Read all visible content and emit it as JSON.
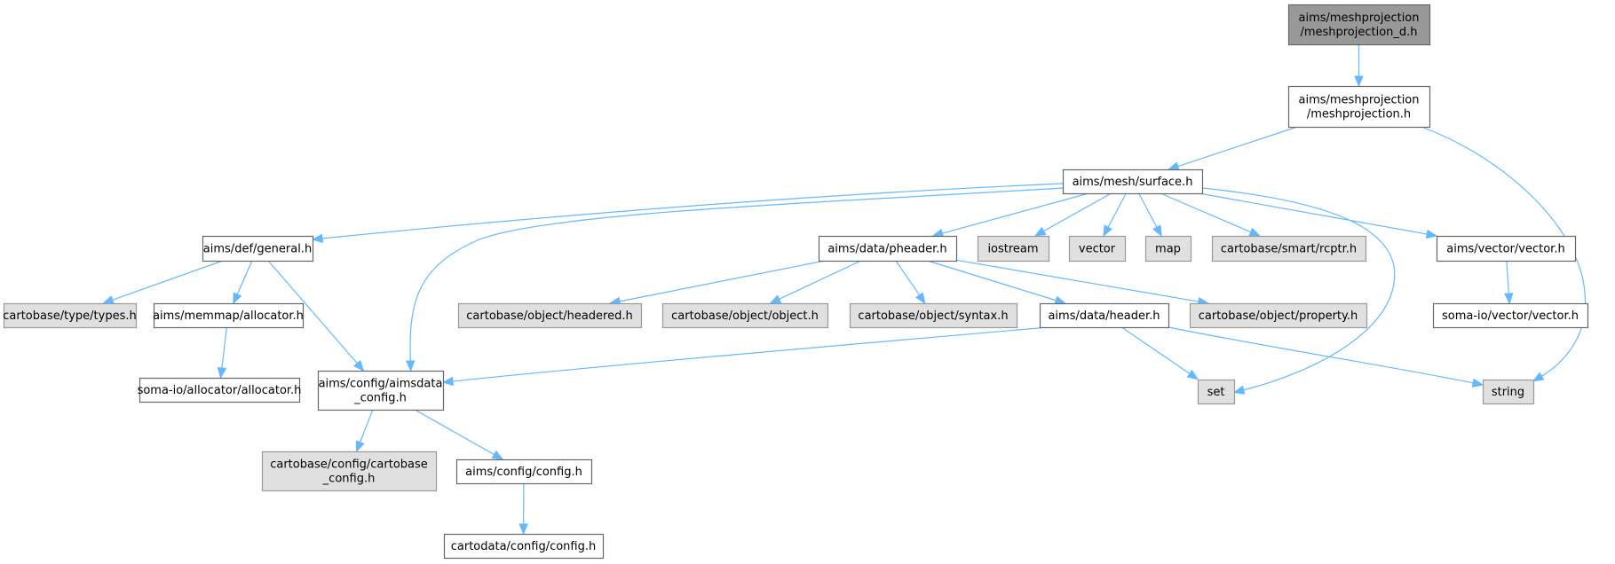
{
  "diagram": {
    "type": "include-dependency-graph",
    "colors": {
      "edge": "#63b8ff",
      "root_fill": "#999999",
      "root_border": "#666666",
      "documented_fill": "#ffffff",
      "documented_border": "#666666",
      "external_fill": "#e0e0e0",
      "external_border": "#999999"
    },
    "nodes": [
      {
        "id": "meshprojection_d",
        "lines": [
          "aims/meshprojection",
          "/meshprojection_d.h"
        ],
        "kind": "root"
      },
      {
        "id": "meshprojection",
        "lines": [
          "aims/meshprojection",
          "/meshprojection.h"
        ],
        "kind": "documented"
      },
      {
        "id": "surface",
        "lines": [
          "aims/mesh/surface.h"
        ],
        "kind": "documented"
      },
      {
        "id": "general",
        "lines": [
          "aims/def/general.h"
        ],
        "kind": "documented"
      },
      {
        "id": "pheader",
        "lines": [
          "aims/data/pheader.h"
        ],
        "kind": "documented"
      },
      {
        "id": "iostream",
        "lines": [
          "iostream"
        ],
        "kind": "external"
      },
      {
        "id": "vector",
        "lines": [
          "vector"
        ],
        "kind": "external"
      },
      {
        "id": "map",
        "lines": [
          "map"
        ],
        "kind": "external"
      },
      {
        "id": "rcptr",
        "lines": [
          "cartobase/smart/rcptr.h"
        ],
        "kind": "external"
      },
      {
        "id": "aimsvector",
        "lines": [
          "aims/vector/vector.h"
        ],
        "kind": "documented"
      },
      {
        "id": "types",
        "lines": [
          "cartobase/type/types.h"
        ],
        "kind": "external"
      },
      {
        "id": "allocator",
        "lines": [
          "aims/memmap/allocator.h"
        ],
        "kind": "documented"
      },
      {
        "id": "headered",
        "lines": [
          "cartobase/object/headered.h"
        ],
        "kind": "external"
      },
      {
        "id": "object",
        "lines": [
          "cartobase/object/object.h"
        ],
        "kind": "external"
      },
      {
        "id": "syntax",
        "lines": [
          "cartobase/object/syntax.h"
        ],
        "kind": "external"
      },
      {
        "id": "header",
        "lines": [
          "aims/data/header.h"
        ],
        "kind": "documented"
      },
      {
        "id": "property",
        "lines": [
          "cartobase/object/property.h"
        ],
        "kind": "external"
      },
      {
        "id": "somavector",
        "lines": [
          "soma-io/vector/vector.h"
        ],
        "kind": "documented"
      },
      {
        "id": "somaallocator",
        "lines": [
          "soma-io/allocator/allocator.h"
        ],
        "kind": "documented"
      },
      {
        "id": "aimsdata_config",
        "lines": [
          "aims/config/aimsdata",
          "_config.h"
        ],
        "kind": "documented"
      },
      {
        "id": "set",
        "lines": [
          "set"
        ],
        "kind": "external"
      },
      {
        "id": "string",
        "lines": [
          "string"
        ],
        "kind": "external"
      },
      {
        "id": "cartobase_config",
        "lines": [
          "cartobase/config/cartobase",
          "_config.h"
        ],
        "kind": "external"
      },
      {
        "id": "config",
        "lines": [
          "aims/config/config.h"
        ],
        "kind": "documented"
      },
      {
        "id": "cartodata_config",
        "lines": [
          "cartodata/config/config.h"
        ],
        "kind": "documented"
      }
    ],
    "edges": [
      {
        "from": "meshprojection_d",
        "to": "meshprojection"
      },
      {
        "from": "meshprojection",
        "to": "surface"
      },
      {
        "from": "meshprojection",
        "to": "string"
      },
      {
        "from": "surface",
        "to": "general"
      },
      {
        "from": "surface",
        "to": "aimsdata_config"
      },
      {
        "from": "surface",
        "to": "pheader"
      },
      {
        "from": "surface",
        "to": "iostream"
      },
      {
        "from": "surface",
        "to": "vector"
      },
      {
        "from": "surface",
        "to": "map"
      },
      {
        "from": "surface",
        "to": "rcptr"
      },
      {
        "from": "surface",
        "to": "set"
      },
      {
        "from": "surface",
        "to": "aimsvector"
      },
      {
        "from": "general",
        "to": "types"
      },
      {
        "from": "general",
        "to": "allocator"
      },
      {
        "from": "general",
        "to": "aimsdata_config"
      },
      {
        "from": "allocator",
        "to": "somaallocator"
      },
      {
        "from": "pheader",
        "to": "headered"
      },
      {
        "from": "pheader",
        "to": "object"
      },
      {
        "from": "pheader",
        "to": "syntax"
      },
      {
        "from": "pheader",
        "to": "header"
      },
      {
        "from": "pheader",
        "to": "property"
      },
      {
        "from": "header",
        "to": "aimsdata_config"
      },
      {
        "from": "header",
        "to": "set"
      },
      {
        "from": "header",
        "to": "string"
      },
      {
        "from": "aimsvector",
        "to": "somavector"
      },
      {
        "from": "aimsdata_config",
        "to": "cartobase_config"
      },
      {
        "from": "aimsdata_config",
        "to": "config"
      },
      {
        "from": "config",
        "to": "cartodata_config"
      }
    ]
  }
}
